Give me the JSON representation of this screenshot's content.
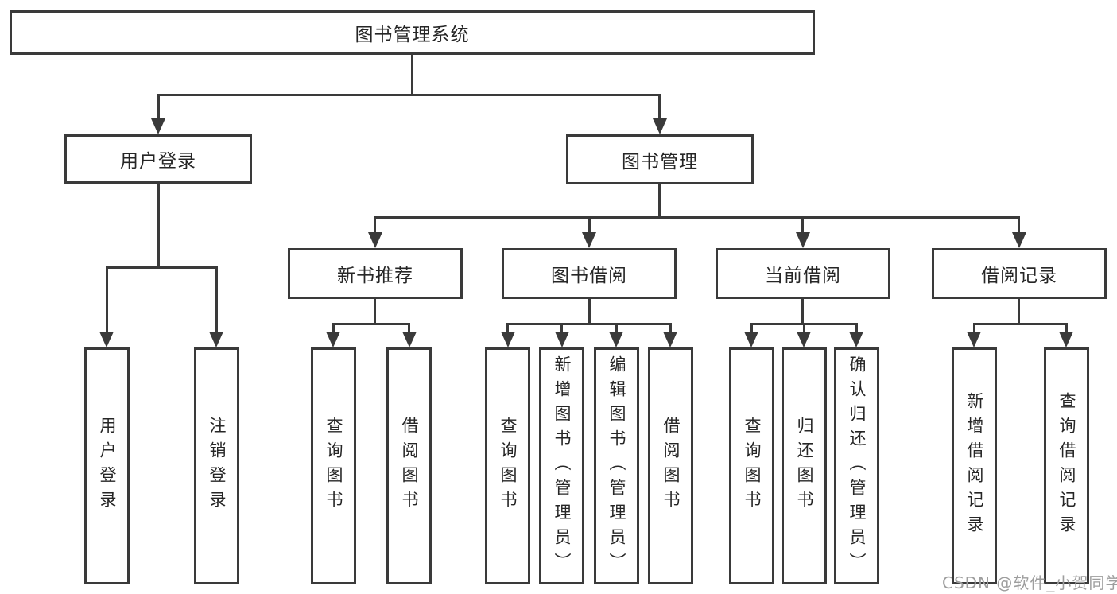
{
  "colors": {
    "line": "#3a3a3a",
    "text": "#262626",
    "box_bg": "#ffffff",
    "background": "#ffffff",
    "watermark": "#9e9e9e"
  },
  "watermark": {
    "text": "CSDN @软件_小贺同学"
  },
  "tree": {
    "root": {
      "label": "图书管理系统",
      "children": [
        {
          "label": "用户登录",
          "children": [
            {
              "label": "用户登录"
            },
            {
              "label": "注销登录"
            }
          ]
        },
        {
          "label": "图书管理",
          "children": [
            {
              "label": "新书推荐",
              "children": [
                {
                  "label": "查询图书"
                },
                {
                  "label": "借阅图书"
                }
              ]
            },
            {
              "label": "图书借阅",
              "children": [
                {
                  "label": "查询图书"
                },
                {
                  "label": "新增图书（管理员）"
                },
                {
                  "label": "编辑图书（管理员）"
                },
                {
                  "label": "借阅图书"
                }
              ]
            },
            {
              "label": "当前借阅",
              "children": [
                {
                  "label": "查询图书"
                },
                {
                  "label": "归还图书"
                },
                {
                  "label": "确认归还（管理员）"
                }
              ]
            },
            {
              "label": "借阅记录",
              "children": [
                {
                  "label": "新增借阅记录"
                },
                {
                  "label": "查询借阅记录"
                }
              ]
            }
          ]
        }
      ]
    }
  }
}
